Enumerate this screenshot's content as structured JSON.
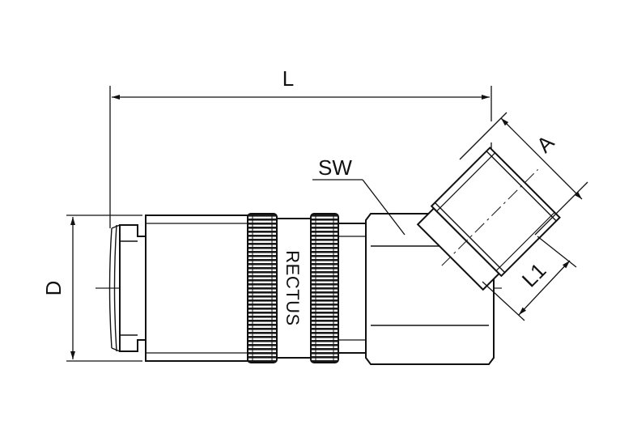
{
  "dimensions": {
    "length": "L",
    "diameter": "D",
    "wrench_size": "SW",
    "angled_length": "L1",
    "thread": "A"
  },
  "brand": "RECTUS"
}
